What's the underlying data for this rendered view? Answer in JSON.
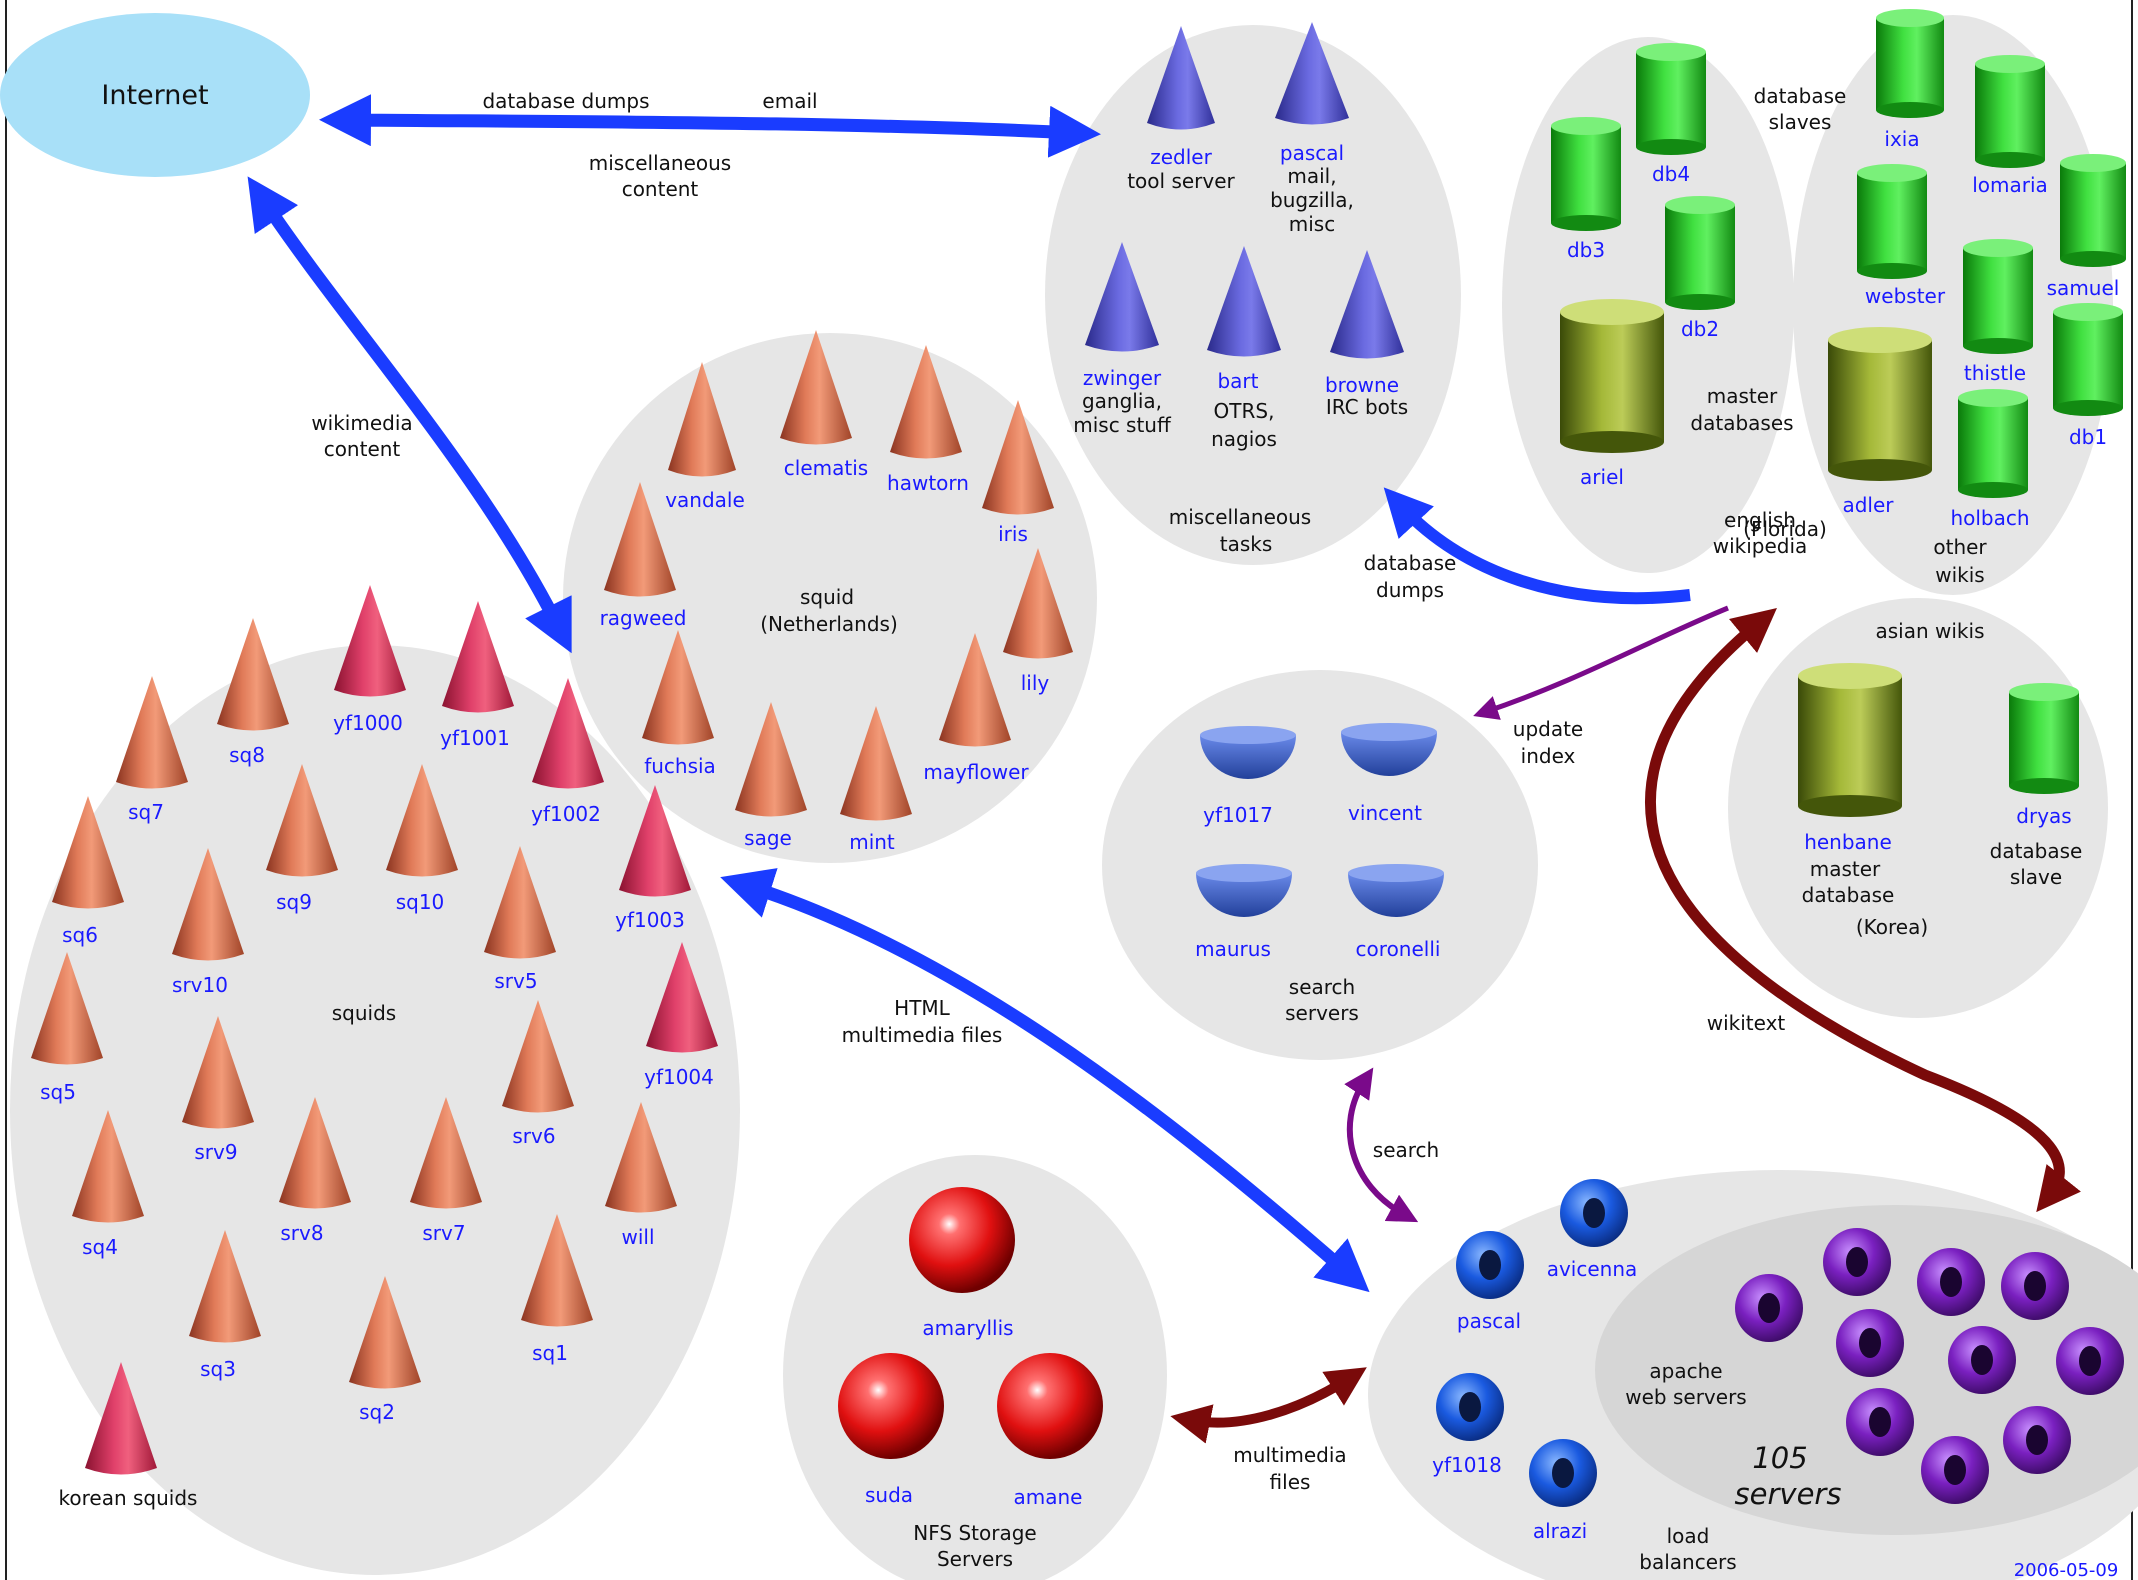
{
  "colors": {
    "cluster_fill": "#e6e6e6",
    "internet_fill": "#a8e0f8",
    "server_label": "#1a1aff",
    "text": "#111111",
    "arrow_blue": "#1a3cff",
    "arrow_purple": "#7a0a8a",
    "arrow_darkred": "#7a0a0a",
    "cone_orange": "#d0603e",
    "cone_pink": "#d42a50",
    "cone_blue": "#4646c0",
    "cyl_green": "#28b828",
    "cyl_olive": "#6a8a10",
    "bowl_blue": "#3a5ac8",
    "sphere_red": "#e01818",
    "torus_blue": "#1a5ae0",
    "torus_purple": "#7a20c0"
  },
  "internet": {
    "label": "Internet"
  },
  "arrows": {
    "internet_misc": [
      "database dumps",
      "email",
      "miscellaneous",
      "content"
    ],
    "wikimedia_content": [
      "wikimedia",
      "content"
    ],
    "database_dumps": [
      "database",
      "dumps"
    ],
    "update_index": [
      "update",
      "index"
    ],
    "html_multimedia": [
      "HTML",
      "multimedia files"
    ],
    "search": "search",
    "wikitext": "wikitext",
    "multimedia_files": [
      "multimedia",
      "files"
    ]
  },
  "misc_cluster": {
    "title": [
      "miscellaneous",
      "tasks"
    ],
    "servers": [
      {
        "name": "zedler",
        "role": [
          "tool server"
        ]
      },
      {
        "name": "pascal",
        "role": [
          "mail,",
          "bugzilla,",
          "misc"
        ]
      },
      {
        "name": "zwinger",
        "role": [
          "ganglia,",
          "misc stuff"
        ]
      },
      {
        "name": "bart",
        "role": [
          "OTRS,",
          "nagios"
        ]
      },
      {
        "name": "browne",
        "role": [
          "IRC bots"
        ]
      }
    ]
  },
  "db_cluster": {
    "english_title": [
      "english",
      "wikipedia"
    ],
    "florida": "(Florida)",
    "slaves_title": [
      "database",
      "slaves"
    ],
    "master_title": [
      "master",
      "databases"
    ],
    "other_title": [
      "other",
      "wikis"
    ],
    "english_slaves": [
      "db4",
      "db3",
      "db2"
    ],
    "english_master": "ariel",
    "other_slaves": [
      "ixia",
      "lomaria",
      "webster",
      "samuel",
      "thistle",
      "db1",
      "holbach"
    ],
    "other_master": "adler"
  },
  "asian_cluster": {
    "title": "asian wikis",
    "master": {
      "name": "henbane",
      "role": [
        "master",
        "database"
      ]
    },
    "slave": {
      "name": "dryas",
      "role": [
        "database",
        "slave"
      ]
    },
    "korea": "(Korea)"
  },
  "squid_nl": {
    "title": [
      "squid",
      "(Netherlands)"
    ],
    "servers": [
      "vandale",
      "clematis",
      "hawtorn",
      "iris",
      "ragweed",
      "lily",
      "fuchsia",
      "sage",
      "mint",
      "mayflower"
    ]
  },
  "squids": {
    "title": "squids",
    "servers": [
      "sq8",
      "yf1000",
      "yf1001",
      "sq7",
      "yf1002",
      "sq9",
      "sq10",
      "sq6",
      "srv10",
      "srv5",
      "yf1003",
      "sq5",
      "yf1004",
      "srv9",
      "srv6",
      "sq4",
      "srv8",
      "srv7",
      "will",
      "sq3",
      "sq2",
      "sq1"
    ],
    "korean_label": "korean squids"
  },
  "search_cluster": {
    "title": [
      "search",
      "servers"
    ],
    "servers": [
      "yf1017",
      "vincent",
      "maurus",
      "coronelli"
    ]
  },
  "nfs_cluster": {
    "title": [
      "NFS Storage",
      "Servers"
    ],
    "servers": [
      "amaryllis",
      "suda",
      "amane"
    ]
  },
  "lb_cluster": {
    "title": [
      "load",
      "balancers"
    ],
    "servers": [
      "avicenna",
      "pascal",
      "yf1018",
      "alrazi"
    ],
    "apache_title": [
      "apache",
      "web servers"
    ],
    "apache_count": [
      "105",
      "servers"
    ]
  },
  "date": "2006-05-09"
}
